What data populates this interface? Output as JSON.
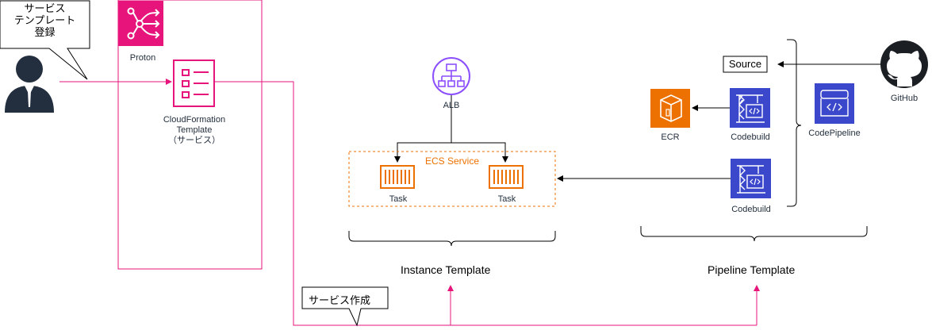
{
  "callouts": {
    "register": "サービス\nテンプレート\n登録",
    "create": "サービス作成"
  },
  "services": {
    "proton": "Proton",
    "cloudformation": "CloudFormation\nTemplate\n（サービス）",
    "alb": "ALB",
    "ecs_service": "ECS Service",
    "task1": "Task",
    "task2": "Task",
    "ecr": "ECR",
    "codebuild1": "Codebuild",
    "codebuild2": "Codebuild",
    "codepipeline": "CodePipeline",
    "github": "GitHub",
    "source": "Source"
  },
  "groups": {
    "instance_template": "Instance Template",
    "pipeline_template": "Pipeline Template"
  },
  "colors": {
    "pink": "#e7157b",
    "orange": "#ed7100",
    "codebuild_blue": "#3b48cc",
    "alb_purple": "#8c4fff",
    "github_black": "#1b1f23"
  },
  "icons": {
    "user": "user-icon",
    "proton": "proton-icon",
    "cloudformation": "cloudformation-template-icon",
    "alb": "alb-icon",
    "task": "container-icon",
    "ecr": "ecr-icon",
    "codebuild": "codebuild-icon",
    "codepipeline": "codepipeline-icon",
    "github": "github-icon"
  }
}
